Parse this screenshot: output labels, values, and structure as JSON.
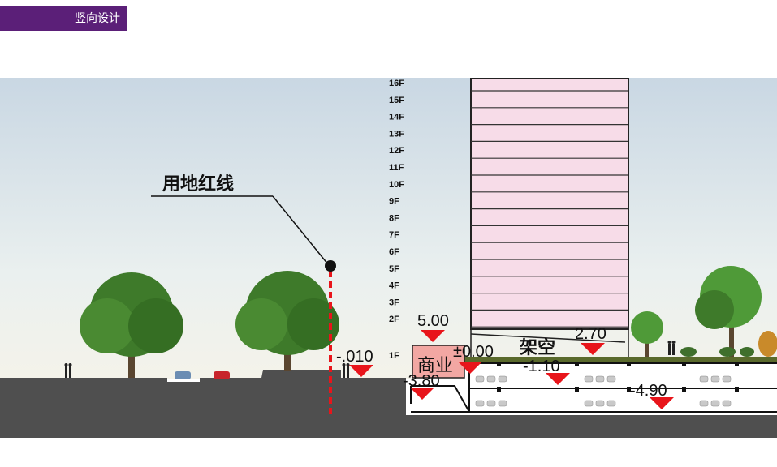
{
  "header": {
    "title": "竖向设计"
  },
  "diagram": {
    "property_line_label": "用地红线",
    "floors": [
      "16F",
      "15F",
      "14F",
      "13F",
      "12F",
      "11F",
      "10F",
      "9F",
      "8F",
      "7F",
      "6F",
      "5F",
      "4F",
      "3F",
      "2F",
      "1F"
    ],
    "commercial_label": "商业",
    "open_space_label": "架空",
    "elevations": {
      "roof_commercial": "5.00",
      "ground_zero": "±0.00",
      "street": "-.010",
      "lower_left": "-3.80",
      "podium_deck": "2.70",
      "basement_1": "-1.10",
      "basement_2": "-4.90"
    },
    "colors": {
      "header": "#5b1f78",
      "tower": "#f7dce8",
      "commercial": "#f2a7a3",
      "marker": "#e8151b",
      "property_line": "#e8151b",
      "ground": "#4f4f4f",
      "tree": "#3e7a2a"
    }
  }
}
